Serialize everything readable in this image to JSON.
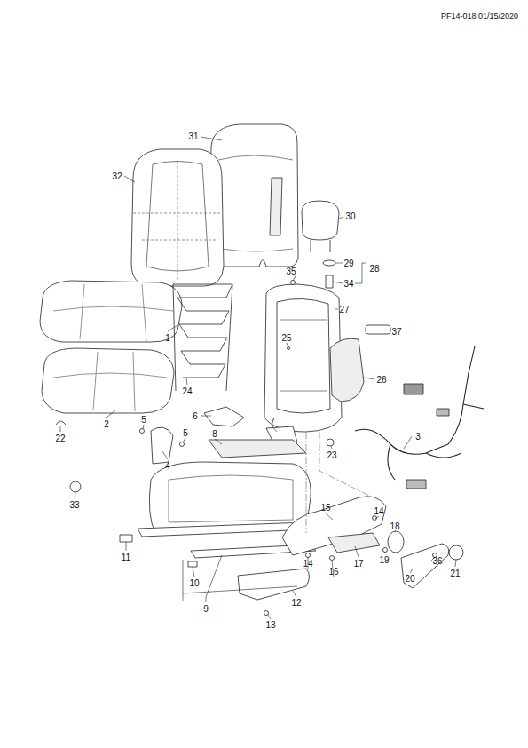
{
  "diagram": {
    "labels": [
      "PF14-018 01/15/2020",
      "31",
      "32",
      "30",
      "29",
      "28",
      "35",
      "34",
      "27",
      "1",
      "37",
      "25",
      "2",
      "24",
      "26",
      "22",
      "5",
      "6",
      "7",
      "5",
      "3",
      "8",
      "4",
      "23",
      "33",
      "15",
      "14",
      "18",
      "11",
      "19",
      "36",
      "14",
      "16",
      "17",
      "21",
      "10",
      "20",
      "9",
      "12",
      "13"
    ]
  }
}
